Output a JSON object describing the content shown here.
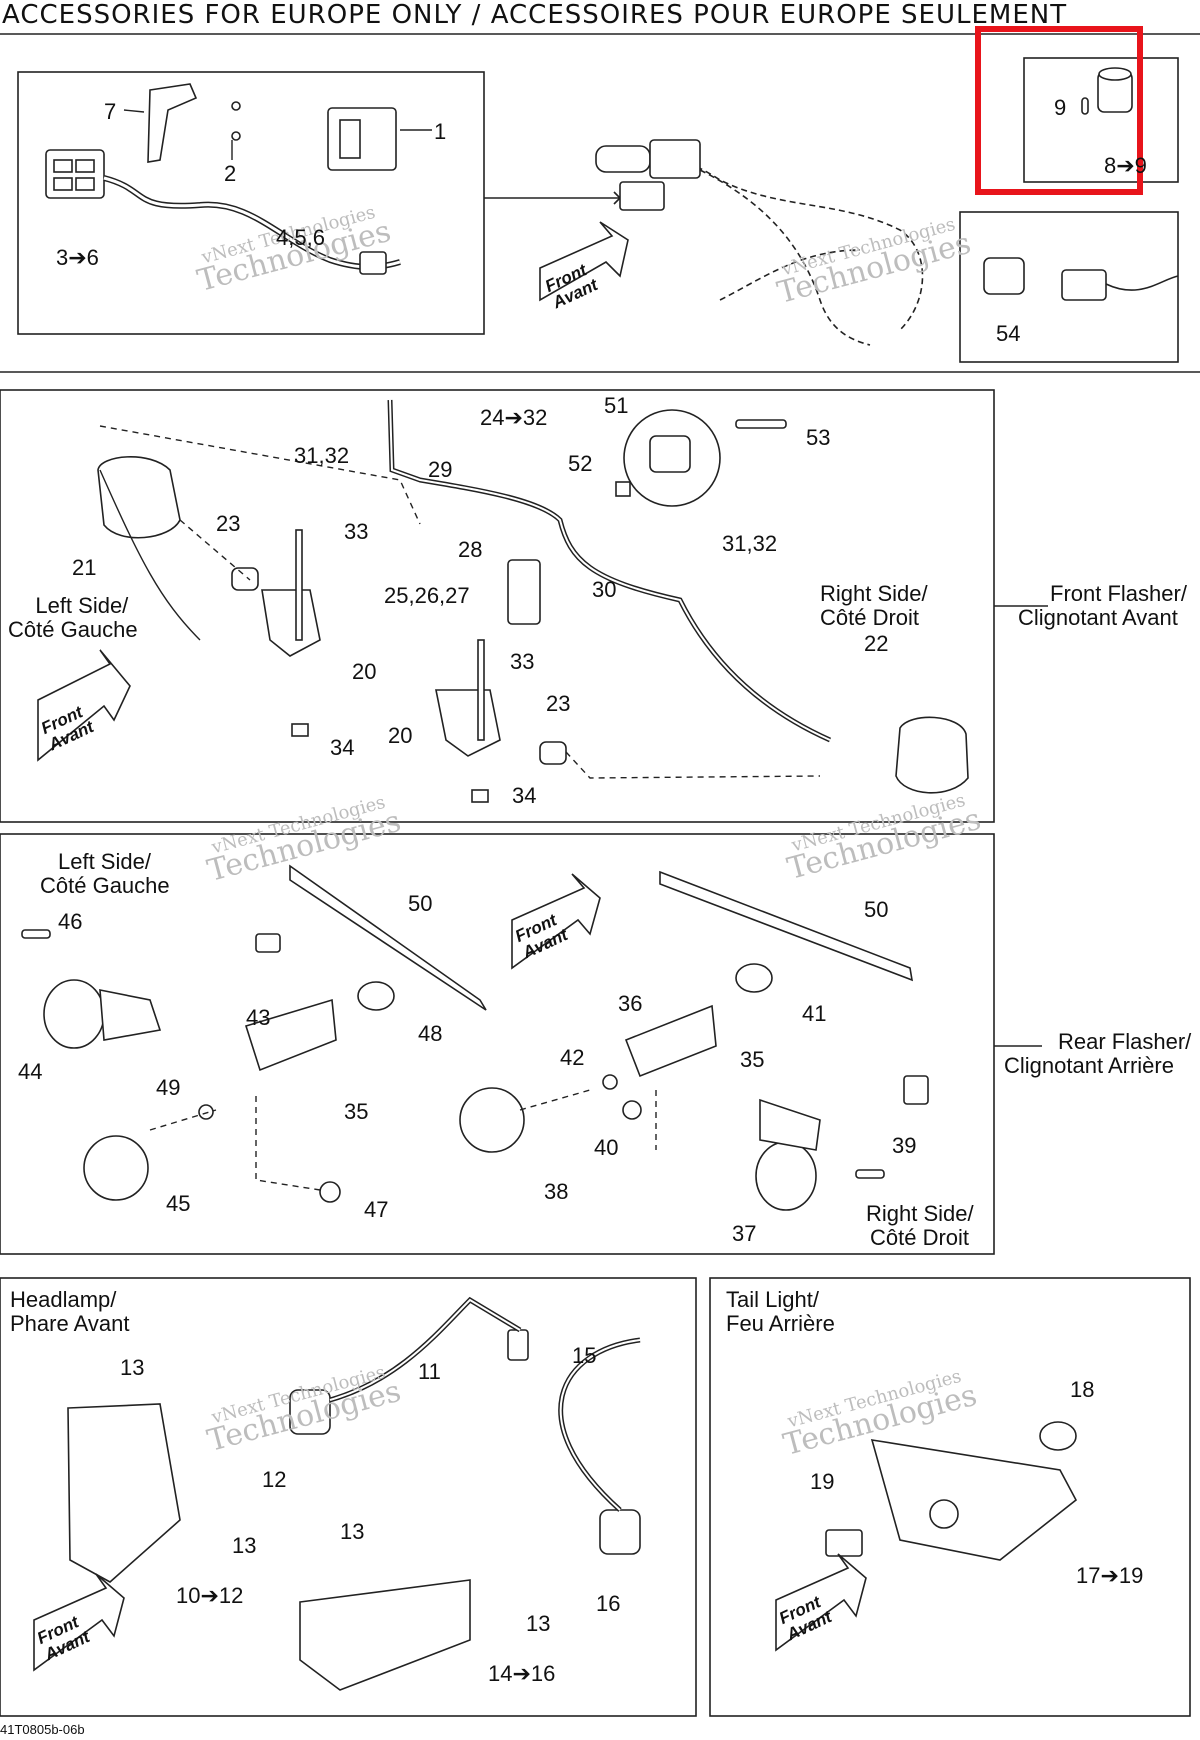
{
  "title": "ACCESSORIES FOR EUROPE ONLY / ACCESSOIRES POUR EUROPE SEULEMENT",
  "footer_code": "41T0805b-06b",
  "watermark": {
    "line1": "vNext Technologies",
    "line2": "Technologies",
    "arc": "vNext"
  },
  "front_arrow": {
    "l1": "Front",
    "l2": "Avant"
  },
  "sections": {
    "front_flasher": {
      "l1": "Front Flasher/",
      "l2": "Clignotant Avant"
    },
    "rear_flasher": {
      "l1": "Rear Flasher/",
      "l2": "Clignotant Arrière"
    },
    "headlamp": {
      "l1": "Headlamp/",
      "l2": "Phare Avant"
    },
    "tail_light": {
      "l1": "Tail Light/",
      "l2": "Feu Arrière"
    },
    "left_side": {
      "l1": "Left Side/",
      "l2": "Côté Gauche"
    },
    "right_side": {
      "l1": "Right Side/",
      "l2": "Côté Droit"
    }
  },
  "labels": {
    "p1": "1",
    "p2": "2",
    "p3_6": "3➔6",
    "p4_5_6": "4,5,6",
    "p7": "7",
    "p8_9": "8➔9",
    "p9": "9",
    "p54": "54",
    "p24_32": "24➔32",
    "p51": "51",
    "p53": "53",
    "p31_32a": "31,32",
    "p29": "29",
    "p52": "52",
    "p23a": "23",
    "p33a": "33",
    "p28": "28",
    "p31_32b": "31,32",
    "p21": "21",
    "p25_27": "25,26,27",
    "p30": "30",
    "p22": "22",
    "p20a": "20",
    "p33b": "33",
    "p23b": "23",
    "p20b": "20",
    "p34a": "34",
    "p34b": "34",
    "p46": "46",
    "p50a": "50",
    "p50b": "50",
    "p43": "43",
    "p48": "48",
    "p36": "36",
    "p41": "41",
    "p44": "44",
    "p49": "49",
    "p35a": "35",
    "p42": "42",
    "p35b": "35",
    "p40": "40",
    "p39": "39",
    "p45": "45",
    "p47": "47",
    "p38": "38",
    "p37": "37",
    "p13a": "13",
    "p11": "11",
    "p15": "15",
    "p12": "12",
    "p13b": "13",
    "p13c": "13",
    "p13d": "13",
    "p10_12": "10➔12",
    "p16": "16",
    "p14_16": "14➔16",
    "p18": "18",
    "p19": "19",
    "p17_19": "17➔19"
  },
  "highlight_color": "#e8141b",
  "line_color": "#222222"
}
